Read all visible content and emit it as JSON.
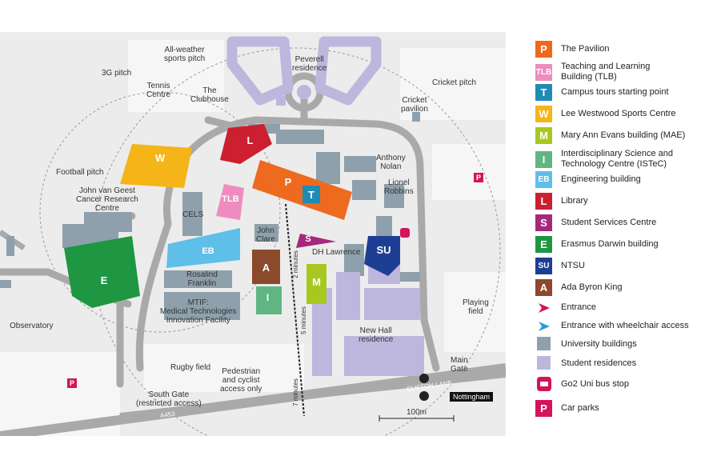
{
  "map": {
    "places": {
      "allweather": "All-weather\nsports pitch",
      "peverell": "Peverell\nresidence",
      "pitch3g": "3G pitch",
      "tennis": "Tennis\nCentre",
      "clubhouse": "The\nClubhouse",
      "cricketpitch": "Cricket pitch",
      "cricketpavilion": "Cricket\npavilion",
      "football": "Football pitch",
      "anthony": "Anthony\nNolan",
      "lionel": "Lionel\nRobbins",
      "johnvg": "John van Geest\nCancer Research\nCentre",
      "cels": "CELS",
      "johnclare": "John\nClare",
      "dhlawrence": "DH Lawrence",
      "rosalind": "Rosalind\nFranklin",
      "mtif": "MTIF:\nMedical Technologies\nInnovation Facility",
      "observatory": "Observatory",
      "newhall": "New Hall\nresidence",
      "playing": "Playing\nfield",
      "maingate": "Main\nGate",
      "rugby": "Rugby field",
      "pedestrian": "Pedestrian\nand cyclist\naccess only",
      "southgate": "South Gate\n(restricted access)",
      "clifton": "CLIFTON LANE",
      "a453": "A453",
      "nottingham": "Nottingham",
      "scale": "100m",
      "min2": "2 minutes",
      "min5": "5 minutes",
      "min7": "7 minutes"
    },
    "building_labels": {
      "W": "W",
      "L": "L",
      "P": "P",
      "T": "T",
      "TLB": "TLB",
      "EB": "EB",
      "E": "E",
      "A": "A",
      "I": "I",
      "M": "M",
      "S": "S",
      "SU": "SU",
      "PARK": "P"
    }
  },
  "legend": [
    {
      "code": "P",
      "label": "The Pavilion",
      "color": "#ee6a1f"
    },
    {
      "code": "TLB",
      "label": "Teaching and Learning\nBuilding (TLB)",
      "color": "#ef8cbf"
    },
    {
      "code": "T",
      "label": "Campus tours starting point",
      "color": "#1e8cb4"
    },
    {
      "code": "W",
      "label": "Lee Westwood Sports Centre",
      "color": "#f5b417"
    },
    {
      "code": "M",
      "label": "Mary Ann Evans building (MAE)",
      "color": "#a8c81f"
    },
    {
      "code": "I",
      "label": "Interdisciplinary Science and\nTechnology Centre (ISTeC)",
      "color": "#5fb683"
    },
    {
      "code": "EB",
      "label": "Engineering building",
      "color": "#5ebfe9"
    },
    {
      "code": "L",
      "label": "Library",
      "color": "#cc1f2f"
    },
    {
      "code": "S",
      "label": "Student Services Centre",
      "color": "#a6287e"
    },
    {
      "code": "E",
      "label": "Erasmus Darwin building",
      "color": "#1e9642"
    },
    {
      "code": "SU",
      "label": "NTSU",
      "color": "#1d3f93"
    },
    {
      "code": "A",
      "label": "Ada Byron King",
      "color": "#8b4a2c"
    },
    {
      "code": "",
      "label": "Entrance",
      "color": "#d4145a"
    },
    {
      "code": "",
      "label": "Entrance with wheelchair access",
      "color": "#2a9bd8"
    },
    {
      "code": "",
      "label": "University buildings",
      "color": "#8ea0ab"
    },
    {
      "code": "",
      "label": "Student residences",
      "color": "#bdb7dd"
    },
    {
      "code": "",
      "label": "Go2 Uni bus stop",
      "color": "#d4145a"
    },
    {
      "code": "P",
      "label": "Car parks",
      "color": "#d4145a"
    }
  ]
}
